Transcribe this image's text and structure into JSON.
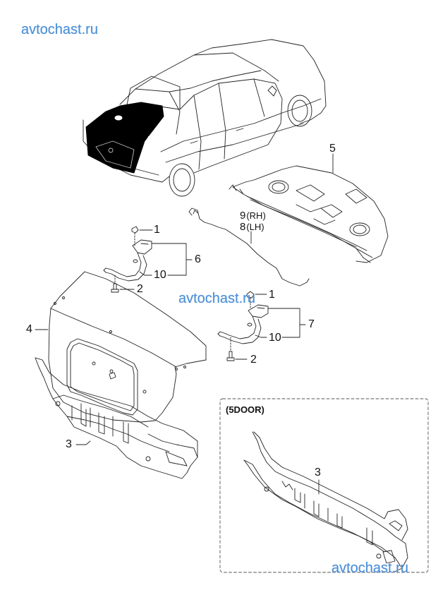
{
  "watermarks": {
    "top_left": "avtochast.ru",
    "middle": "avtochast.ru",
    "bottom_right": "avtochast.ru"
  },
  "colors": {
    "watermark": "#4a8fd8",
    "line": "#222222",
    "highlight": "#000000"
  },
  "diagram": {
    "title": "Trunk lid & rear panel parts diagram",
    "callouts": {
      "part_5": "5",
      "part_9": "9",
      "part_9_side": "(RH)",
      "part_8": "8",
      "part_8_side": "(LH)",
      "part_1_left": "1",
      "part_6": "6",
      "part_10_left": "10",
      "part_2_left": "2",
      "part_1_right": "1",
      "part_7": "7",
      "part_10_right": "10",
      "part_2_right": "2",
      "part_4": "4",
      "part_3_main": "3",
      "part_3_inset": "3"
    },
    "inset": {
      "title": "(5DOOR)"
    }
  }
}
